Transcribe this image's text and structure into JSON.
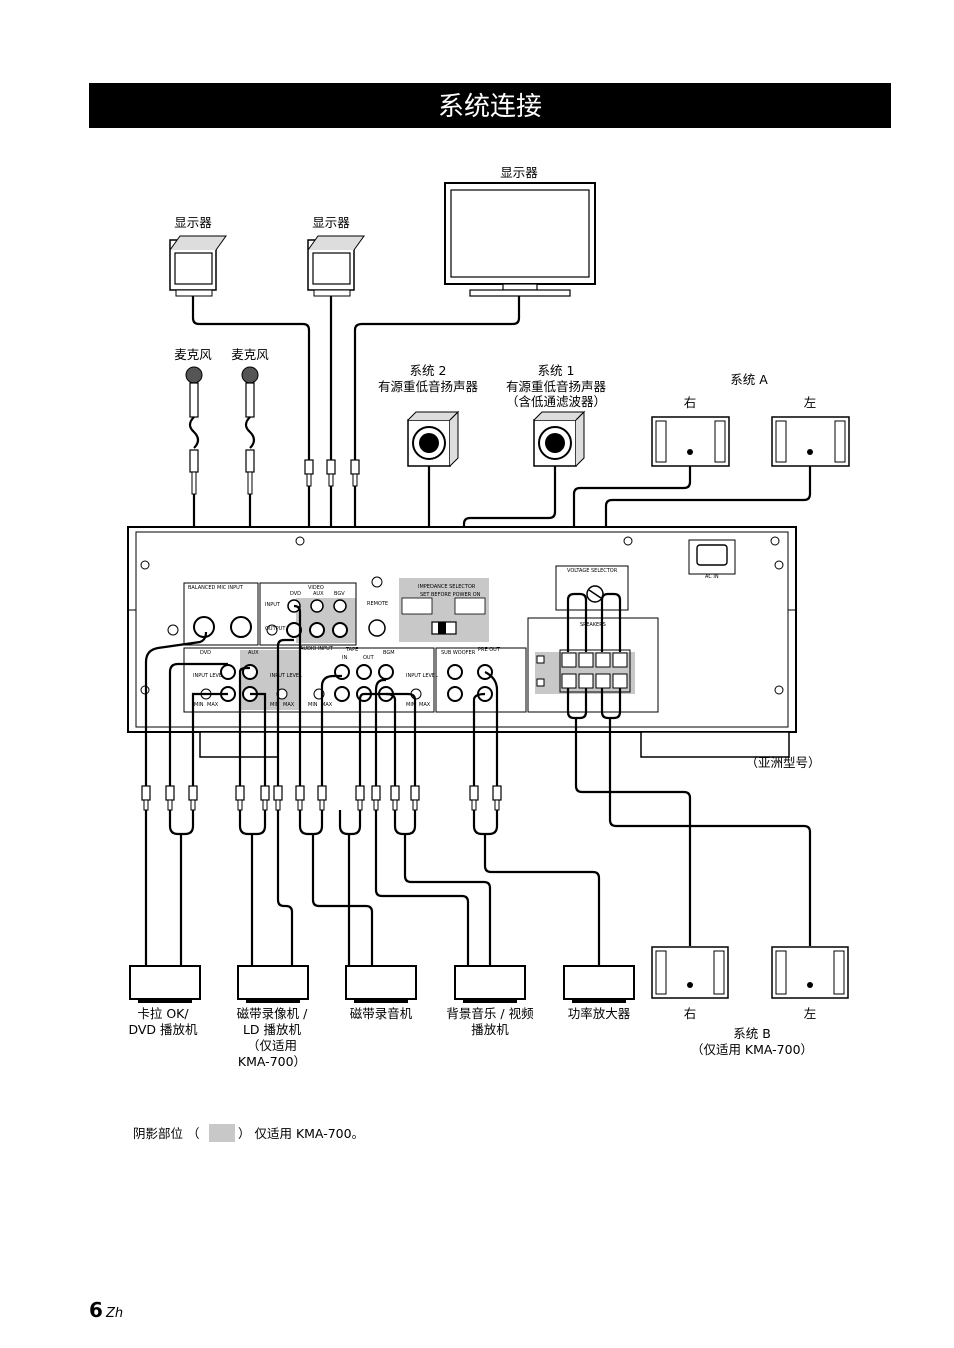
{
  "title": "系统连接",
  "monitors": [
    "显示器",
    "显示器",
    "显示器"
  ],
  "microphones": [
    "麦克风",
    "麦克风"
  ],
  "subwoofer_2": [
    "系统 2",
    "有源重低音扬声器"
  ],
  "subwoofer_1": [
    "系统 1",
    "有源重低音扬声器",
    "（含低通滤波器）"
  ],
  "system_a": {
    "title": "系统 A",
    "right": "右",
    "left": "左"
  },
  "panel": {
    "balanced_mic_input": "BALANCED MIC INPUT",
    "video": "VIDEO",
    "video_cols": [
      "DVD",
      "AUX",
      "BGV"
    ],
    "input": "INPUT",
    "output": "OUTPUT",
    "remote": "REMOTE",
    "impedance_selector": "IMPEDANCE SELECTOR",
    "set_before_power_on": "SET BEFORE POWER ON",
    "voltage_selector": "VOLTAGE SELECTOR",
    "ac_in": "AC IN",
    "speakers": "SPEAKERS",
    "dvd": "DVD",
    "aux": "AUX",
    "input_level": "INPUT LEVEL",
    "audio_input": "AUDIO INPUT",
    "tape": "TAPE",
    "tape_in": "IN",
    "tape_out": "OUT",
    "bgm": "BGM",
    "sub_woofer": "SUB WOOFER",
    "pre_out": "PRE OUT",
    "min": "MIN",
    "max": "MAX"
  },
  "asia_model": "（亚洲型号）",
  "sources": [
    [
      "卡拉 OK/",
      "DVD 播放机"
    ],
    [
      "磁带录像机 /",
      "LD 播放机",
      "（仅适用",
      "KMA-700）"
    ],
    [
      "磁带录音机"
    ],
    [
      "背景音乐 / 视频",
      "播放机"
    ],
    [
      "功率放大器"
    ]
  ],
  "system_b": {
    "right": "右",
    "left": "左",
    "title": "系统 B",
    "note": "（仅适用 KMA-700）"
  },
  "legend": {
    "prefix": "阴影部位 （",
    "suffix": "） 仅适用 KMA-700。"
  },
  "page": {
    "number": "6",
    "suffix": "Zh"
  }
}
